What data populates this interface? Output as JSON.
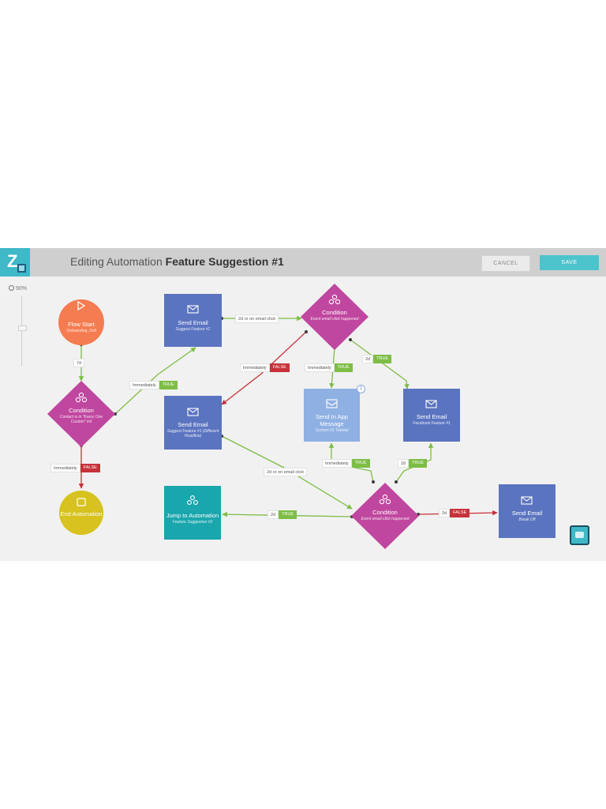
{
  "header": {
    "title_prefix": "Editing Automation",
    "title_name": "Feature Suggestion #1",
    "cancel_label": "CANCEL",
    "save_label": "SAVE"
  },
  "zoom": {
    "level": "90%"
  },
  "nodes": {
    "flow_start": {
      "title": "Flow Start",
      "subtitle": "Onboarding_Drill"
    },
    "condition_1": {
      "title": "Condition",
      "subtitle": "Contact is in \"Every One Custom\" list"
    },
    "end_automation": {
      "title": "End Automation"
    },
    "send_email_1": {
      "title": "Send Email",
      "subtitle": "Suggest Feature #1"
    },
    "send_email_2": {
      "title": "Send Email",
      "subtitle": "Suggest Feature #1 (Different Headline)"
    },
    "condition_2": {
      "title": "Condition",
      "subtitle": "Event email click happened"
    },
    "send_inapp": {
      "title": "Send In App Message",
      "subtitle": "Custom #1 Tutorial",
      "badge": "1"
    },
    "send_email_3": {
      "title": "Send Email",
      "subtitle": "Facebook Feature #1"
    },
    "jump": {
      "title": "Jump to Automation",
      "subtitle": "Feature Suggestion #2"
    },
    "condition_3": {
      "title": "Condition",
      "subtitle": "Event email click happened"
    },
    "send_email_4": {
      "title": "Send Email",
      "subtitle": "Break Off"
    }
  },
  "edges": {
    "e_start_cond": {
      "delay": "7d"
    },
    "e_cond1_email1": {
      "delay": "Immediately",
      "result": "TRUE"
    },
    "e_cond1_end": {
      "delay": "Immediately",
      "result": "FALSE"
    },
    "e_email1_cond2": {
      "delay": "2d or on email click"
    },
    "e_cond2_email2": {
      "delay": "Immediately",
      "result": "FALSE"
    },
    "e_cond2_inapp": {
      "delay": "Immediately",
      "result": "TRUE"
    },
    "e_cond2_email3": {
      "delay": "2d",
      "result": "TRUE"
    },
    "e_email2_cond3": {
      "delay": "2d or on email click"
    },
    "e_cond3_inapp": {
      "delay": "Immediately",
      "result": "TRUE"
    },
    "e_cond3_email3": {
      "delay": "2d",
      "result": "TRUE"
    },
    "e_cond3_jump": {
      "delay": "2d",
      "result": "TRUE"
    },
    "e_cond3_email4": {
      "delay": "2d",
      "result": "FALSE"
    }
  },
  "colors": {
    "start": "#f57c50",
    "condition": "#c0479f",
    "email": "#5b74c0",
    "inapp": "#8fb0e3",
    "jump": "#1aa6ad",
    "end": "#d7c21f",
    "true_edge": "#7dbd45",
    "false_edge": "#c8313a"
  }
}
